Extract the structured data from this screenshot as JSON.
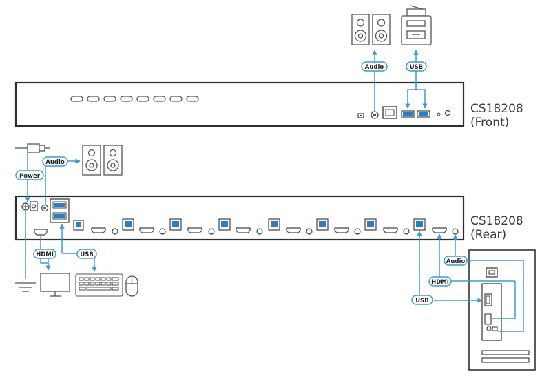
{
  "front_unit": {
    "model": "CS18208",
    "view": "(Front)"
  },
  "rear_unit": {
    "model": "CS18208",
    "view": "(Rear)"
  },
  "labels": {
    "front_audio": "Audio",
    "front_usb": "USB",
    "rear_audio": "Audio",
    "power": "Power",
    "console_hdmi": "HDMI",
    "console_usb": "USB",
    "computer_audio": "Audio",
    "computer_hdmi": "HDMI",
    "computer_usb": "USB"
  },
  "colors": {
    "cable": "#3a9ccf",
    "outline": "#4a4a4a",
    "accent": "#2a7fc4"
  }
}
